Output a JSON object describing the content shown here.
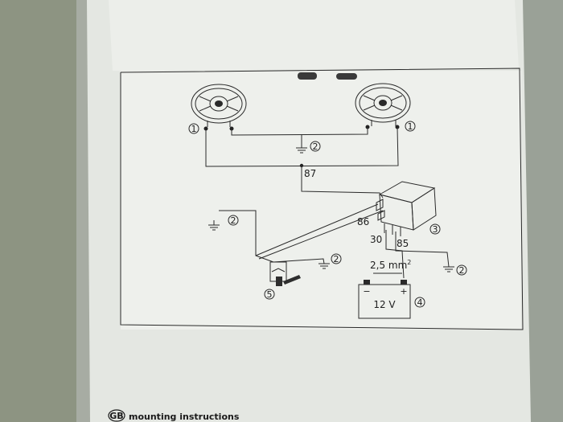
{
  "diagram": {
    "markers": {
      "speaker_left": "1",
      "speaker_right": "1",
      "ground_top": "2",
      "ground_switch_left": "2",
      "ground_switch_right": "2",
      "ground_relay": "2",
      "relay": "3",
      "battery": "4",
      "switch": "5"
    },
    "terminals": {
      "t87": "87",
      "t86": "86",
      "t30": "30",
      "t85": "85"
    },
    "cable": {
      "size": "2,5 mm",
      "exponent": "2"
    },
    "battery": {
      "voltage": "12 V",
      "minus": "−",
      "plus": "+"
    }
  },
  "footer": {
    "badge": "GB",
    "text": "mounting instructions"
  },
  "colors": {
    "background": "#8f9584",
    "paper": "#eceeea",
    "ink": "#2a2a2a"
  }
}
